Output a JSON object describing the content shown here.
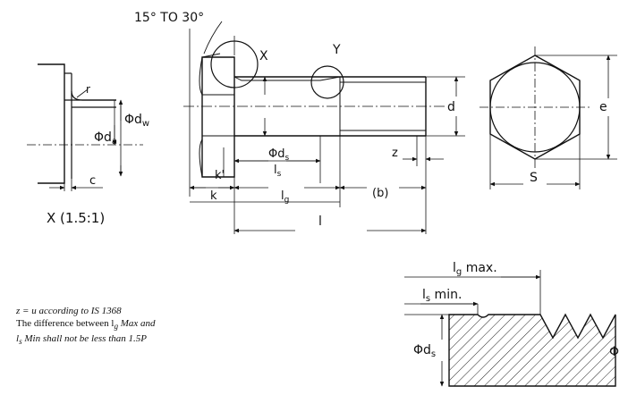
{
  "labels": {
    "angle": "15° TO 30°",
    "detail_x": "X",
    "detail_y": "Y",
    "dw": "Φd",
    "dw_sub": "w",
    "da": "Φd",
    "da_sub": "a",
    "r": "r",
    "c": "c",
    "scale": "X (1.5:1)",
    "ds": "Φd",
    "ds_sub": "s",
    "ls": "l",
    "ls_sub": "s",
    "k_prime": "k'",
    "k": "k",
    "lg": "l",
    "lg_sub": "g",
    "b": "(b)",
    "l": "l",
    "d": "d",
    "z": "z",
    "e": "e",
    "s": "S",
    "lg_max": "l",
    "lg_max_sub": "g",
    "lg_max_suffix": " max.",
    "ls_min": "l",
    "ls_min_sub": "s",
    "ls_min_suffix": " min.",
    "ds2": "Φd",
    "ds2_sub": "s",
    "phi": "Φ"
  },
  "notes": {
    "line1": "z = u according to IS 1368",
    "line2": "The difference between l",
    "line2_sub": "g",
    "line2_rest": " Max and",
    "line3": "l",
    "line3_sub": "s",
    "line3_rest": " Min shall not be less than 1.5P"
  }
}
